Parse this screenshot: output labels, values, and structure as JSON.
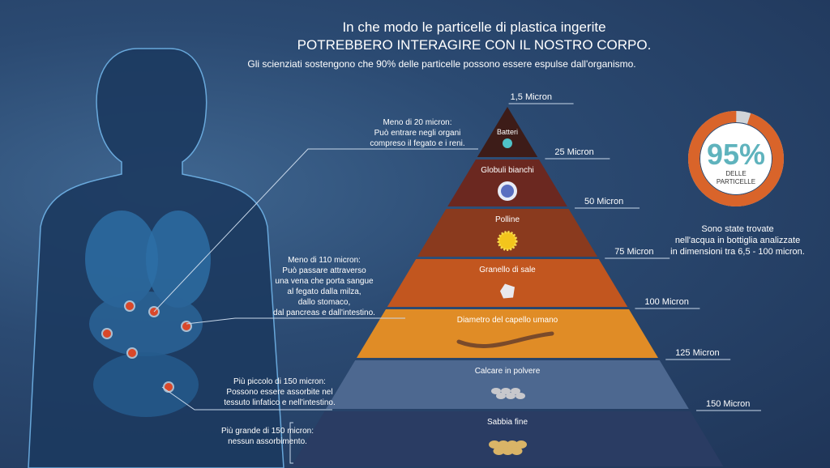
{
  "title": {
    "line1": "In che modo le particelle di plastica ingerite",
    "line2": "POTREBBERO INTERAGIRE CON IL NOSTRO CORPO.",
    "line3": "Gli scienziati sostengono che 90% delle particelle possono essere espulse dall'organismo."
  },
  "notes": [
    {
      "lines": [
        "Meno di 20 micron:",
        "Può entrare negli organi",
        "compreso il fegato e i reni."
      ]
    },
    {
      "lines": [
        "Meno di 110 micron:",
        "Può passare attraverso",
        "una vena che porta sangue",
        "al fegato dalla milza,",
        "dallo stomaco,",
        "dal pancreas e dall'intestino."
      ]
    },
    {
      "lines": [
        "Più piccolo di 150 micron:",
        "Possono essere assorbite nel",
        "tessuto linfatico e nell'intestino."
      ]
    },
    {
      "lines": [
        "Più grande di 150 micron:",
        "nessun assorbimento."
      ]
    }
  ],
  "layers": [
    {
      "label": "Batteri",
      "color": "#3d1c18",
      "icon": "bacteria-icon"
    },
    {
      "label": "Globuli bianchi",
      "color": "#6b2820",
      "icon": "white-blood-cell-icon"
    },
    {
      "label": "Polline",
      "color": "#8a3a1e",
      "icon": "pollen-icon"
    },
    {
      "label": "Granello di sale",
      "color": "#c2561f",
      "icon": "salt-grain-icon"
    },
    {
      "label": "Diametro del capello umano",
      "color": "#e08c26",
      "icon": "hair-icon"
    },
    {
      "label": "Calcare in polvere",
      "color": "#4d6890",
      "icon": "limestone-icon"
    },
    {
      "label": "Sabbia fine",
      "color": "#2a3c63",
      "icon": "sand-icon"
    }
  ],
  "measures": [
    "1,5 Micron",
    "25 Micron",
    "50 Micron",
    "75 Micron",
    "100 Micron",
    "125 Micron",
    "150 Micron"
  ],
  "stat": {
    "value": "95%",
    "percent": 95,
    "label1": "DELLE",
    "label2": "PARTICELLE",
    "ring_color": "#d9642a",
    "value_color": "#5fb3bd",
    "desc": [
      "Sono state trovate",
      "nell'acqua in bottiglia analizzate",
      "in dimensioni  tra 6,5 - 100 micron."
    ]
  }
}
